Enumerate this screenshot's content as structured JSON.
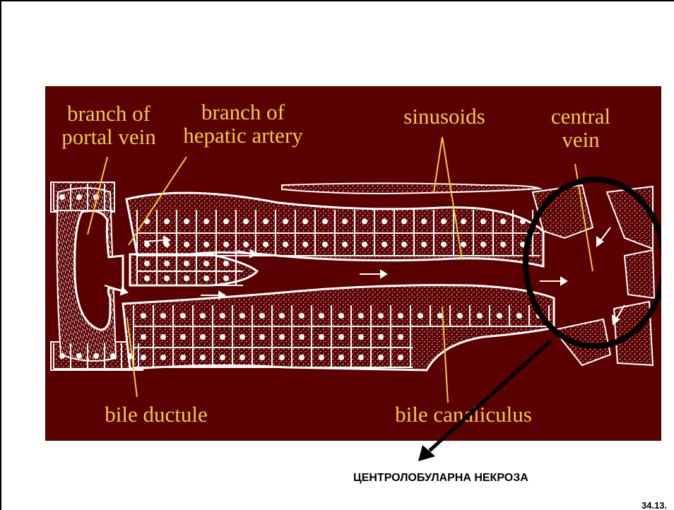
{
  "diagram": {
    "labels": {
      "branch_portal_vein": "branch of\nportal vein",
      "branch_hepatic_artery": "branch of\nhepatic artery",
      "sinusoids": "sinusoids",
      "central_vein": "central\nvein",
      "bile_ductule": "bile ductule",
      "bile_canaliculus": "bile canaliculus"
    },
    "colors": {
      "background": "#5a0000",
      "label_text": "#f2cc3e",
      "cell_outline": "#ffffff",
      "highlight_circle": "#000000"
    }
  },
  "annotation": {
    "caption": "ЦЕНТРОЛОБУЛАРНА НЕКРОЗА"
  },
  "slide_number": "34.13."
}
